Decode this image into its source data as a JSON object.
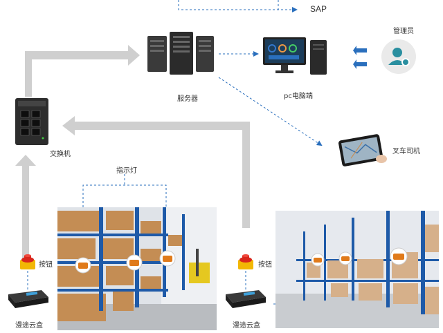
{
  "labels": {
    "sap": "SAP",
    "server": "服务器",
    "pc": "pc电脑端",
    "admin": "管理员",
    "switch": "交换机",
    "indicator": "指示灯",
    "forklift": "叉车司机",
    "button_left": "按钮",
    "button_right": "按钮",
    "cloudbox_left": "漫途云盒",
    "cloudbox_right": "漫途云盒"
  },
  "colors": {
    "dashed_link": "#2a6fbd",
    "gray_arrow": "#cfcfcf",
    "admin_icon": "#2a8fa0",
    "indicator_lamp": "#e07a1a",
    "button_cap": "#f2b705"
  },
  "icons": {
    "server": "server-rack-icon",
    "pc": "desktop-computer-icon",
    "admin": "user-gear-icon",
    "switch": "network-switch-icon",
    "tablet": "tablet-icon",
    "button": "push-button-icon",
    "cloudbox": "gateway-box-icon",
    "lamp": "indicator-lamp-icon"
  }
}
